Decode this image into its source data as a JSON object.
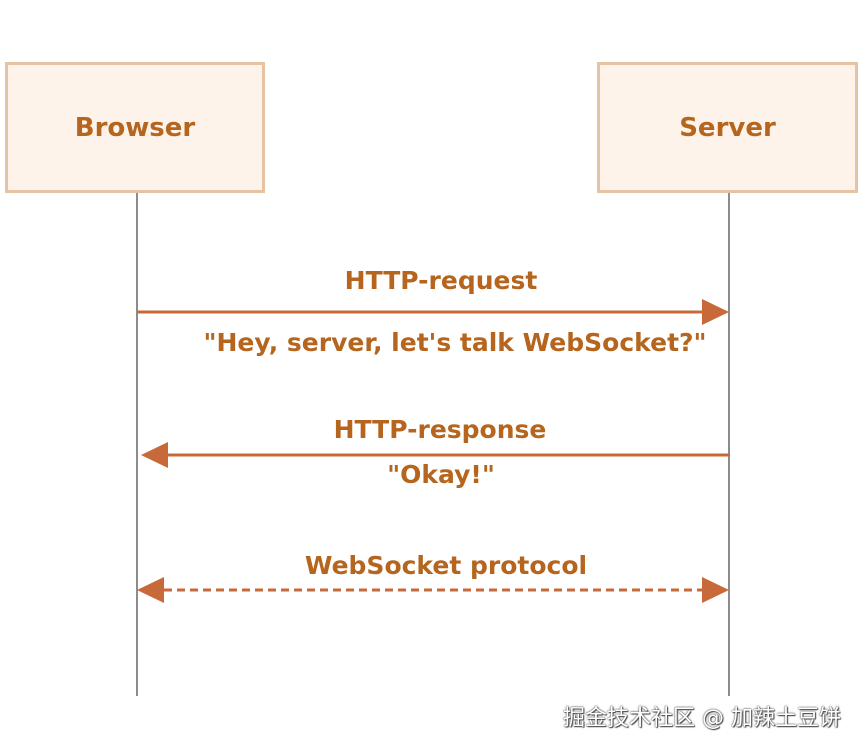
{
  "actors": {
    "left": "Browser",
    "right": "Server"
  },
  "messages": [
    {
      "label": "HTTP-request",
      "note": "\"Hey, server, let's talk WebSocket?\"",
      "direction": "left-to-right",
      "style": "solid"
    },
    {
      "label": "HTTP-response",
      "note": "\"Okay!\"",
      "direction": "right-to-left",
      "style": "solid"
    },
    {
      "label": "WebSocket protocol",
      "direction": "bidirectional",
      "style": "dashed"
    }
  ],
  "watermark": "掘金技术社区 @ 加辣土豆饼",
  "colors": {
    "accent": "#b5651d",
    "arrow": "#c8693a",
    "box_fill": "#fdf3ea",
    "box_border": "#e6c3a3",
    "lifeline": "#8c8c8c"
  }
}
